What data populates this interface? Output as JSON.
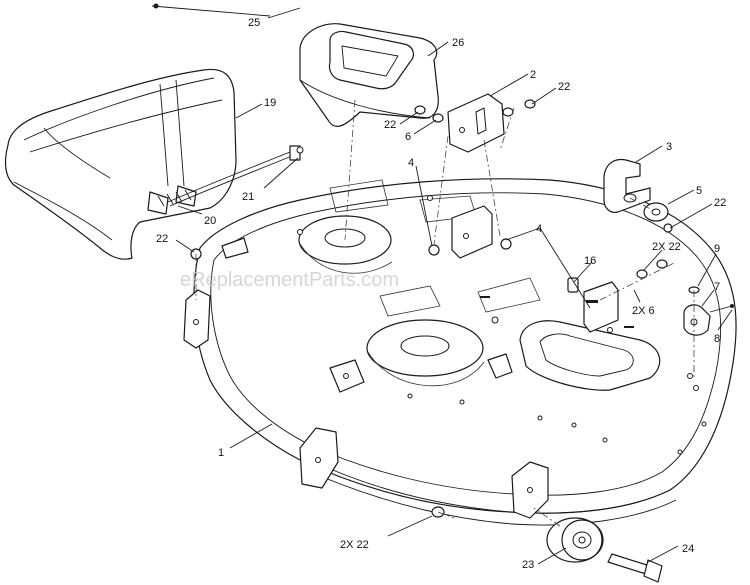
{
  "watermark": "eReplacementParts.com",
  "callouts": {
    "c1": "1",
    "c2": "2",
    "c3": "3",
    "c4a": "4",
    "c4b": "4",
    "c5": "5",
    "c6a": "6",
    "c6b": "2X  6",
    "c7": "7",
    "c8": "8",
    "c9": "9",
    "c16": "16",
    "c19": "19",
    "c20": "20",
    "c21": "21",
    "c22a": "22",
    "c22b": "22",
    "c22c": "22",
    "c22d": "22",
    "c22e": "2X  22",
    "c22f": "2X  22",
    "c23": "23",
    "c24": "24",
    "c25": "25",
    "c26": "26"
  }
}
